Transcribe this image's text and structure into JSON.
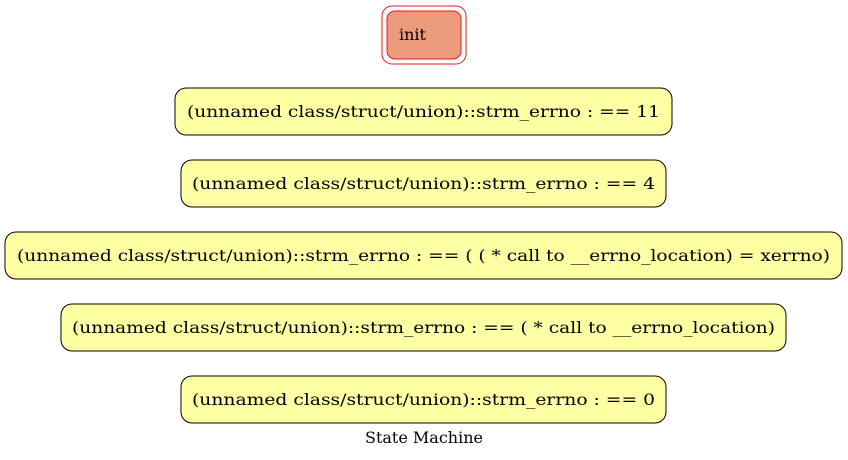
{
  "diagram": {
    "caption": "State Machine",
    "colors": {
      "initial_fill": "#eb9a7c",
      "initial_stroke": "#e8191b",
      "state_fill": "#ffffa3",
      "state_stroke": "#000000"
    },
    "initial_state": {
      "label": "init"
    },
    "states": [
      {
        "label": "(unnamed class/struct/union)::strm_errno : == 11"
      },
      {
        "label": "(unnamed class/struct/union)::strm_errno : == 4"
      },
      {
        "label": "(unnamed class/struct/union)::strm_errno : == ( ( * call to __errno_location) = xerrno)"
      },
      {
        "label": "(unnamed class/struct/union)::strm_errno : == ( * call to __errno_location)"
      },
      {
        "label": "(unnamed class/struct/union)::strm_errno : == 0"
      }
    ]
  }
}
